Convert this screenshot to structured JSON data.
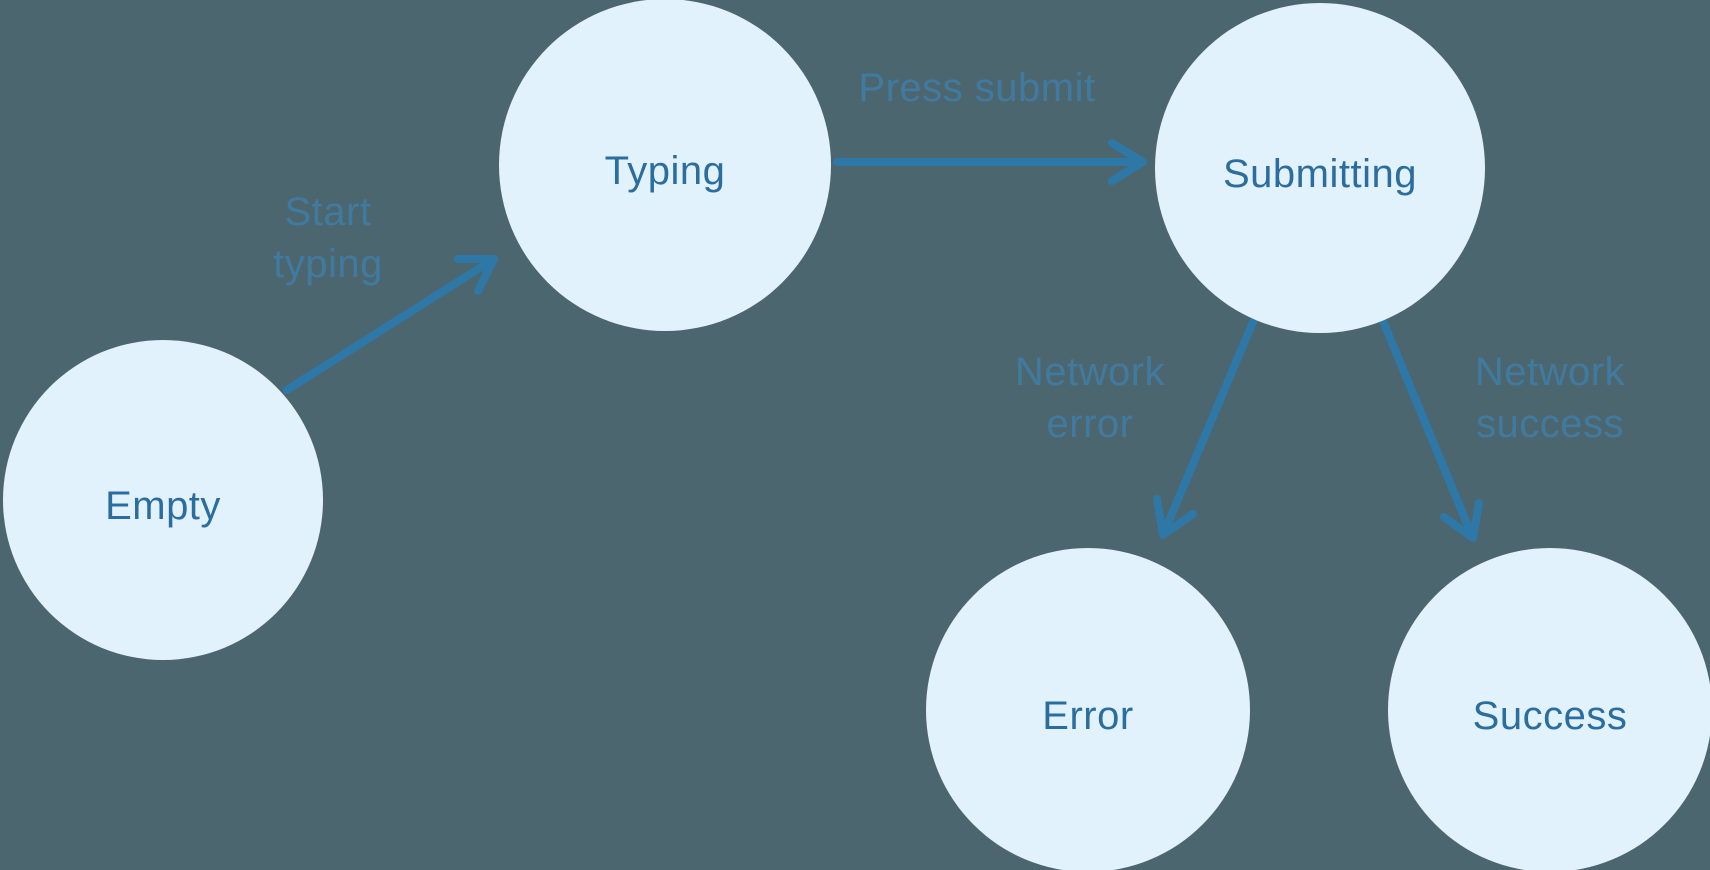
{
  "diagram": {
    "type": "state-machine",
    "states": [
      {
        "id": "empty",
        "label": "Empty"
      },
      {
        "id": "typing",
        "label": "Typing"
      },
      {
        "id": "submitting",
        "label": "Submitting"
      },
      {
        "id": "error",
        "label": "Error"
      },
      {
        "id": "success",
        "label": "Success"
      }
    ],
    "transitions": [
      {
        "from": "empty",
        "to": "typing",
        "label": "Start typing"
      },
      {
        "from": "typing",
        "to": "submitting",
        "label": "Press submit"
      },
      {
        "from": "submitting",
        "to": "error",
        "label": "Network error"
      },
      {
        "from": "submitting",
        "to": "success",
        "label": "Network success"
      }
    ],
    "colors": {
      "background": "#4c6670",
      "node_fill": "#e2f2fd",
      "node_text": "#2b6d9e",
      "arrow": "#2e78a8",
      "edge_label": "#3f7ea8"
    }
  }
}
